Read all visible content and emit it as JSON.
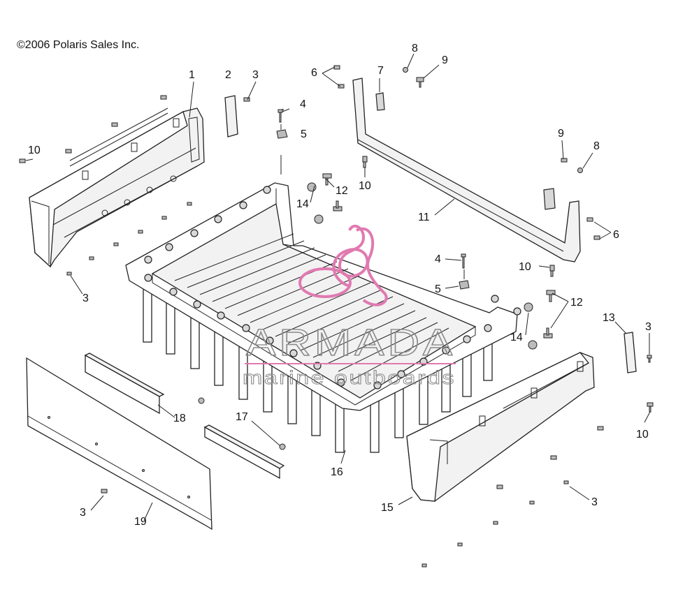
{
  "copyright": "©2006 Polaris Sales Inc.",
  "watermark": {
    "brand": "ARMADA",
    "tagline": "marine outboards",
    "logo_color": "#e07ab0"
  },
  "callouts": {
    "c1": "1",
    "c2": "2",
    "c3a": "3",
    "c4a": "4",
    "c5a": "5",
    "c6a": "6",
    "c7": "7",
    "c8a": "8",
    "c9a": "9",
    "c10a": "10",
    "c9b": "9",
    "c8b": "8",
    "c12a": "12",
    "c14a": "14",
    "c10b": "10",
    "c11": "11",
    "c6b": "6",
    "c3b": "3",
    "c4b": "4",
    "c10c": "10",
    "c5b": "5",
    "c12b": "12",
    "c13": "13",
    "c3c": "3",
    "c14b": "14",
    "c10d": "10",
    "c18": "18",
    "c17": "17",
    "c16": "16",
    "c15": "15",
    "c3d": "3",
    "c3e": "3",
    "c19": "19"
  }
}
